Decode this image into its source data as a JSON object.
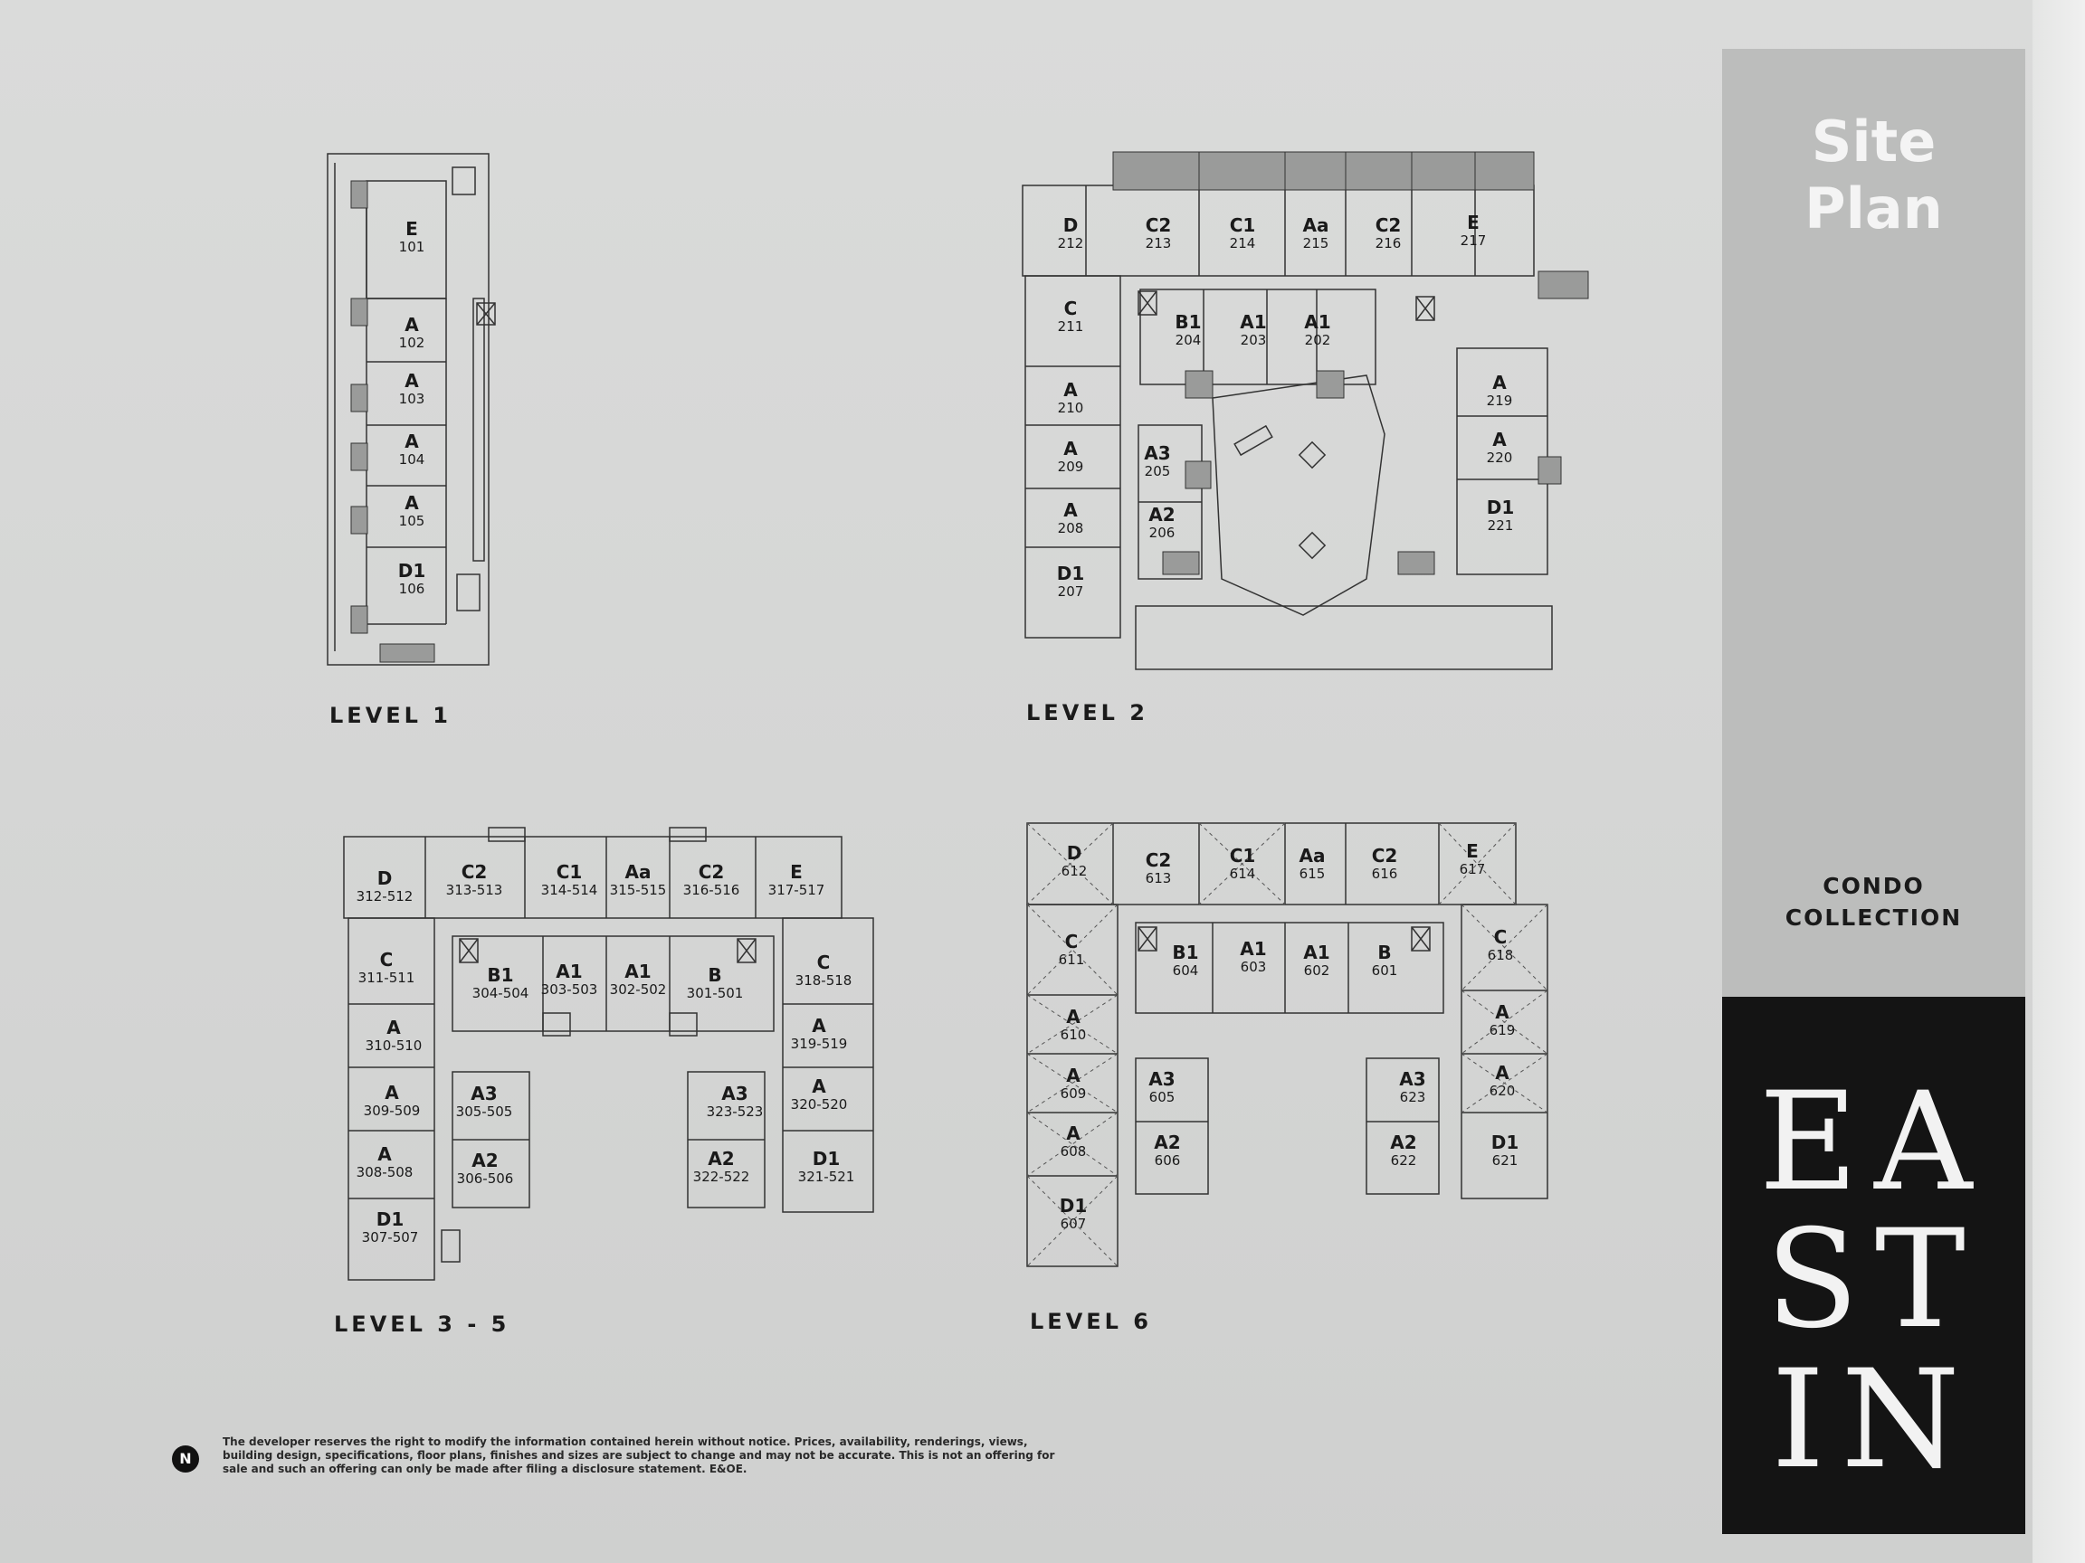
{
  "title": {
    "line1": "Site",
    "line2": "Plan"
  },
  "collection": {
    "line1": "CONDO",
    "line2": "COLLECTION"
  },
  "brand": {
    "row1": "EA",
    "row2": "ST",
    "row3": "IN"
  },
  "north_symbol": "N",
  "disclaimer": "The developer reserves the right to modify the information contained herein without notice. Prices, availability, renderings, views, building design, specifications, floor plans, finishes and sizes are subject to change and may not be accurate. This is not an offering for sale and such an offering can only be made after filing a disclosure statement. E&OE.",
  "levels": [
    {
      "label": "LEVEL 1",
      "units": [
        {
          "type": "E",
          "num": "101"
        },
        {
          "type": "A",
          "num": "102"
        },
        {
          "type": "A",
          "num": "103"
        },
        {
          "type": "A",
          "num": "104"
        },
        {
          "type": "A",
          "num": "105"
        },
        {
          "type": "D1",
          "num": "106"
        }
      ]
    },
    {
      "label": "LEVEL 2",
      "units": [
        {
          "type": "D",
          "num": "212"
        },
        {
          "type": "C2",
          "num": "213"
        },
        {
          "type": "C1",
          "num": "214"
        },
        {
          "type": "Aa",
          "num": "215"
        },
        {
          "type": "C2",
          "num": "216"
        },
        {
          "type": "E",
          "num": "217"
        },
        {
          "type": "C",
          "num": "211"
        },
        {
          "type": "B1",
          "num": "204"
        },
        {
          "type": "A1",
          "num": "203"
        },
        {
          "type": "A1",
          "num": "202"
        },
        {
          "type": "A",
          "num": "219"
        },
        {
          "type": "A",
          "num": "210"
        },
        {
          "type": "A",
          "num": "220"
        },
        {
          "type": "A",
          "num": "209"
        },
        {
          "type": "A3",
          "num": "205"
        },
        {
          "type": "D1",
          "num": "221"
        },
        {
          "type": "A",
          "num": "208"
        },
        {
          "type": "A2",
          "num": "206"
        },
        {
          "type": "D1",
          "num": "207"
        }
      ]
    },
    {
      "label": "LEVEL 3 - 5",
      "units": [
        {
          "type": "D",
          "num": "312-512"
        },
        {
          "type": "C2",
          "num": "313-513"
        },
        {
          "type": "C1",
          "num": "314-514"
        },
        {
          "type": "Aa",
          "num": "315-515"
        },
        {
          "type": "C2",
          "num": "316-516"
        },
        {
          "type": "E",
          "num": "317-517"
        },
        {
          "type": "C",
          "num": "311-511"
        },
        {
          "type": "B1",
          "num": "304-504"
        },
        {
          "type": "A1",
          "num": "303-503"
        },
        {
          "type": "A1",
          "num": "302-502"
        },
        {
          "type": "B",
          "num": "301-501"
        },
        {
          "type": "C",
          "num": "318-518"
        },
        {
          "type": "A",
          "num": "310-510"
        },
        {
          "type": "A",
          "num": "319-519"
        },
        {
          "type": "A",
          "num": "309-509"
        },
        {
          "type": "A3",
          "num": "305-505"
        },
        {
          "type": "A3",
          "num": "323-523"
        },
        {
          "type": "A",
          "num": "320-520"
        },
        {
          "type": "A",
          "num": "308-508"
        },
        {
          "type": "A2",
          "num": "306-506"
        },
        {
          "type": "A2",
          "num": "322-522"
        },
        {
          "type": "D1",
          "num": "321-521"
        },
        {
          "type": "D1",
          "num": "307-507"
        }
      ]
    },
    {
      "label": "LEVEL 6",
      "units": [
        {
          "type": "D",
          "num": "612"
        },
        {
          "type": "C2",
          "num": "613"
        },
        {
          "type": "C1",
          "num": "614"
        },
        {
          "type": "Aa",
          "num": "615"
        },
        {
          "type": "C2",
          "num": "616"
        },
        {
          "type": "E",
          "num": "617"
        },
        {
          "type": "C",
          "num": "611"
        },
        {
          "type": "B1",
          "num": "604"
        },
        {
          "type": "A1",
          "num": "603"
        },
        {
          "type": "A1",
          "num": "602"
        },
        {
          "type": "B",
          "num": "601"
        },
        {
          "type": "C",
          "num": "618"
        },
        {
          "type": "A",
          "num": "610"
        },
        {
          "type": "A",
          "num": "619"
        },
        {
          "type": "A",
          "num": "609"
        },
        {
          "type": "A3",
          "num": "605"
        },
        {
          "type": "A3",
          "num": "623"
        },
        {
          "type": "A",
          "num": "620"
        },
        {
          "type": "A",
          "num": "608"
        },
        {
          "type": "A2",
          "num": "606"
        },
        {
          "type": "A2",
          "num": "622"
        },
        {
          "type": "D1",
          "num": "621"
        },
        {
          "type": "D1",
          "num": "607"
        }
      ]
    }
  ]
}
